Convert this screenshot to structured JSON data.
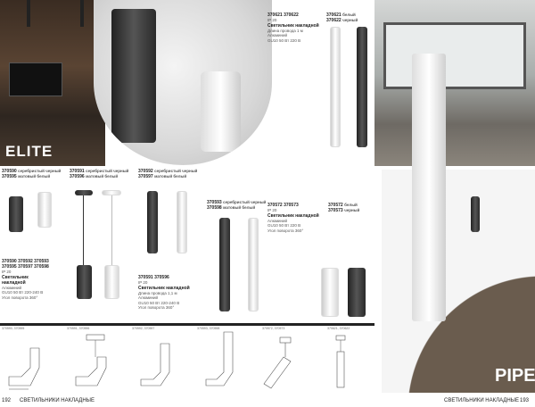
{
  "left_page": {
    "series_label": "ELITE",
    "groups": [
      {
        "codes": [
          "370590",
          "370595"
        ],
        "finishes": [
          "серебристый черный",
          "матовый белый"
        ]
      },
      {
        "codes": [
          "370591",
          "370596"
        ],
        "finishes": [
          "серебристый черный",
          "матовый белый"
        ]
      },
      {
        "codes": [
          "370592",
          "370597"
        ],
        "finishes": [
          "серебристый черный",
          "матовый белый"
        ]
      },
      {
        "codes": [
          "370593",
          "370598"
        ],
        "finishes": [
          "серебристый черный",
          "матовый белый"
        ]
      }
    ],
    "spec1": {
      "codes": "370590 370592 370593 370595 370597 370598",
      "ip": "IP 20",
      "title": "Светильник накладной",
      "lines": [
        "Алюминий",
        "GU10   50 Вт   220-240 В",
        "Угол поворота 360°"
      ]
    },
    "spec2": {
      "codes": "370591 370596",
      "ip": "IP 20",
      "title": "Светильник накладной",
      "lines": [
        "Длина провода 1,1 м",
        "Алюминий",
        "GU10   50 Вт   220-240 В",
        "Угол поворота 360°"
      ]
    },
    "drawings": [
      "370590, 370595",
      "370591, 370596",
      "370592, 370597",
      "370593, 370598",
      "370572, 370573",
      "370621, 370622"
    ],
    "page_number": "192",
    "section": "СВЕТИЛЬНИКИ НАКЛАДНЫЕ"
  },
  "right_page": {
    "series_label": "PIPE",
    "spec_top": {
      "codes": "370621 370622",
      "ip": "IP 20",
      "title": "Светильник накладной",
      "lines": [
        "Длина провода 1 м",
        "Алюминий",
        "GU10   50 Вт   220 В"
      ]
    },
    "group_top": {
      "codes": [
        "370621",
        "370622"
      ],
      "finishes": [
        "белый",
        "черный"
      ]
    },
    "spec_mid": {
      "codes": "370572 370573",
      "ip": "IP 20",
      "title": "Светильник накладной",
      "lines": [
        "Алюминий",
        "GU10   50 Вт   220 В",
        "Угол поворота 360°"
      ]
    },
    "group_mid": {
      "codes": [
        "370572",
        "370573"
      ],
      "finishes": [
        "белый",
        "черный"
      ]
    },
    "page_number": "193",
    "section": "СВЕТИЛЬНИКИ НАКЛАДНЫЕ"
  }
}
